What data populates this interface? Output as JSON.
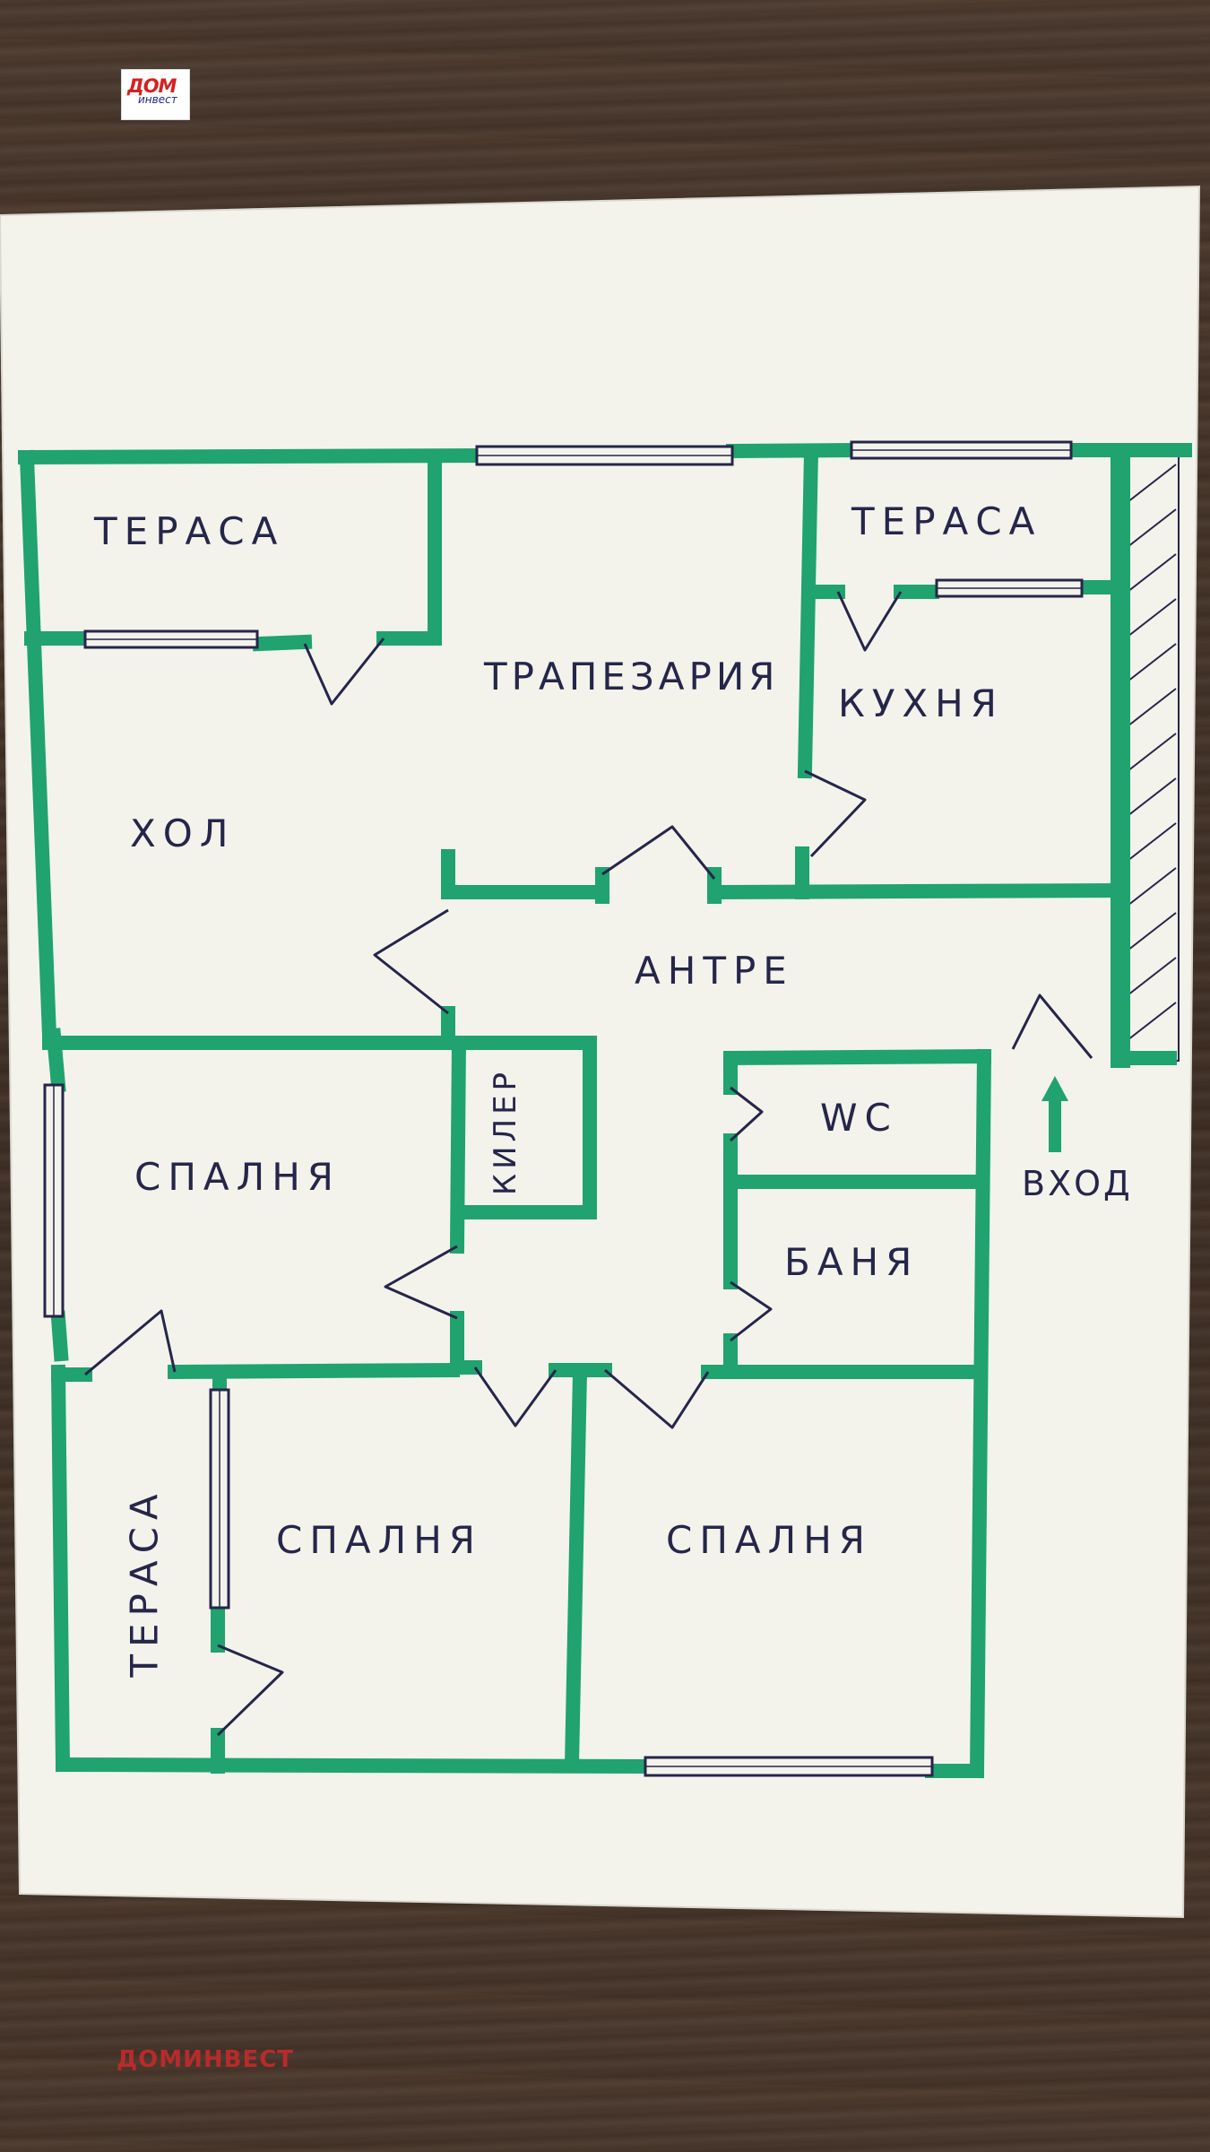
{
  "logo": {
    "line1": "ДОМ",
    "line2": "инвест"
  },
  "watermark": "ДОМИНВЕСТ",
  "rooms": {
    "terrace_top_left": "ТЕРАСА",
    "dining": "ТРАПЕЗАРИЯ",
    "terrace_top_right": "ТЕРАСА",
    "kitchen": "КУХНЯ",
    "living": "ХОЛ",
    "hall": "АНТРЕ",
    "storage": "КИЛЕР",
    "wc": "WC",
    "bedroom_left": "СПАЛНЯ",
    "bathroom": "БАНЯ",
    "terrace_bottom": "ТЕРАСА",
    "bedroom_middle": "СПАЛНЯ",
    "bedroom_right": "СПАЛНЯ"
  },
  "entrance_label": "ВХОД",
  "colors": {
    "wall": "#20a36e",
    "ink": "#26254a",
    "paper": "#f3f3ec",
    "table": "#47372d"
  }
}
